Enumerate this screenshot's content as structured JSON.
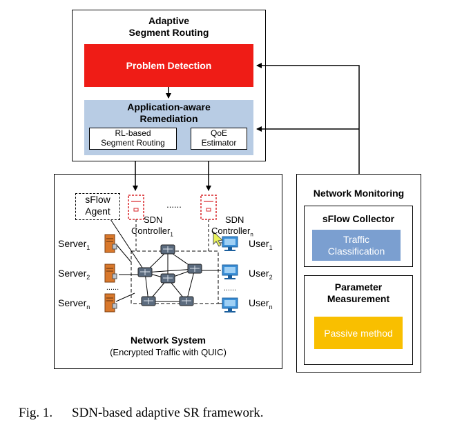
{
  "asr": {
    "title_line1": "Adaptive",
    "title_line2": "Segment Routing",
    "problem_detection": "Problem Detection",
    "remediation_line1": "Application-aware",
    "remediation_line2": "Remediation",
    "rl_line1": "RL-based",
    "rl_line2": "Segment Routing",
    "qoe_line1": "QoE",
    "qoe_line2": "Estimator"
  },
  "network_system": {
    "sflow_line1": "sFlow",
    "sflow_line2": "Agent",
    "ellipsis_controllers": "......",
    "sdn1_line1": "SDN",
    "sdn1_line2": "Controller",
    "sdn1_sub": "1",
    "sdnn_line1": "SDN",
    "sdnn_line2": "Controller",
    "sdnn_sub": "n",
    "servers": [
      {
        "label": "Server",
        "sub": "1"
      },
      {
        "label": "Server",
        "sub": "2"
      },
      {
        "label": "Server",
        "sub": "n"
      }
    ],
    "users": [
      {
        "label": "User",
        "sub": "1"
      },
      {
        "label": "User",
        "sub": "2"
      },
      {
        "label": "User",
        "sub": "n"
      }
    ],
    "server_ellipsis": "......",
    "user_ellipsis": "......",
    "title": "Network System",
    "subtitle": "(Encrypted Traffic with QUIC)"
  },
  "monitoring": {
    "title": "Network Monitoring",
    "sflow_collector": "sFlow Collector",
    "traffic_line1": "Traffic",
    "traffic_line2": "Classification",
    "param_line1": "Parameter",
    "param_line2": "Measurement",
    "passive": "Passive method"
  },
  "caption": {
    "label": "Fig. 1.",
    "text": "SDN-based adaptive SR framework."
  },
  "colors": {
    "problem_red": "#ef1c16",
    "remediation_blue": "#b8cce4",
    "traffic_blue": "#7b9fd0",
    "passive_orange": "#f9bf00",
    "controller_red": "#d8262a",
    "monitor_blue": "#3b8fd6",
    "server_orange": "#d9782b"
  }
}
